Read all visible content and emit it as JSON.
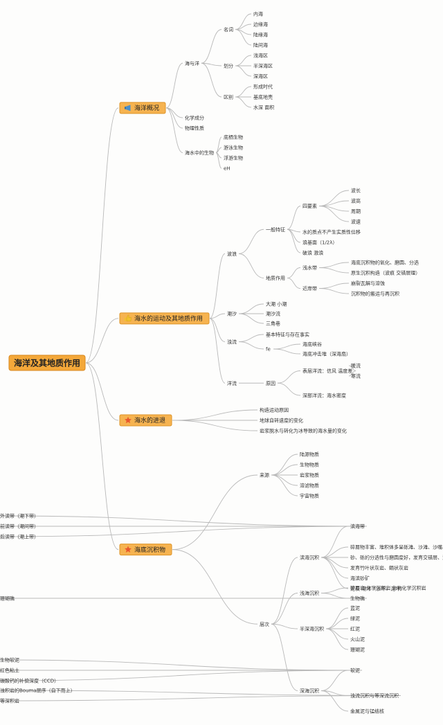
{
  "root": {
    "label": "海洋及其地质作用",
    "children": [
      {
        "label": "海洋概况",
        "icon": "megaphone-icon",
        "children": [
          {
            "label": "海与洋",
            "children": [
              {
                "label": "名词",
                "children": [
                  {
                    "label": "内海"
                  },
                  {
                    "label": "边缘海"
                  },
                  {
                    "label": "陆缘海"
                  },
                  {
                    "label": "陆间海"
                  }
                ]
              },
              {
                "label": "划分",
                "children": [
                  {
                    "label": "浅海区"
                  },
                  {
                    "label": "半深海区"
                  },
                  {
                    "label": "深海区"
                  }
                ]
              },
              {
                "label": "区别",
                "children": [
                  {
                    "label": "形成时代"
                  },
                  {
                    "label": "基底地壳"
                  },
                  {
                    "label": "水深 面积"
                  }
                ]
              }
            ]
          },
          {
            "label": "化学成分"
          },
          {
            "label": "物理性质"
          },
          {
            "label": "海水中的生物",
            "children": [
              {
                "label": "底栖生物"
              },
              {
                "label": "游泳生物"
              },
              {
                "label": "浮游生物"
              },
              {
                "label": "eH"
              }
            ]
          }
        ]
      },
      {
        "label": "海水的运动及其地质作用",
        "icon": "thumbs-up-icon",
        "children": [
          {
            "label": "波浪",
            "children": [
              {
                "label": "一般特征",
                "children": [
                  {
                    "label": "四要素",
                    "children": [
                      {
                        "label": "波长"
                      },
                      {
                        "label": "波高"
                      },
                      {
                        "label": "周期"
                      },
                      {
                        "label": "波速"
                      }
                    ]
                  },
                  {
                    "label": "水的质点不产生实质性位移"
                  },
                  {
                    "label": "浪基面（1/2λ）"
                  },
                  {
                    "label": "破浪 激浪"
                  }
                ]
              },
              {
                "label": "地质作用",
                "children": [
                  {
                    "label": "浅水带",
                    "children": [
                      {
                        "label": "海底沉积物的氧化、磨圆、分选"
                      },
                      {
                        "label": "原生沉积构造（波痕 交错层理）"
                      }
                    ]
                  },
                  {
                    "label": "近岸带",
                    "children": [
                      {
                        "label": "崩裂瓦解与溶蚀"
                      },
                      {
                        "label": "沉积物的搬运与再沉积"
                      }
                    ]
                  }
                ]
              }
            ]
          },
          {
            "label": "潮汐",
            "children": [
              {
                "label": "大潮 小潮"
              },
              {
                "label": "潮汐流"
              },
              {
                "label": "三角巷"
              }
            ]
          },
          {
            "label": "浊流",
            "children": [
              {
                "label": "基本特征与存在事实"
              },
              {
                "label": "fe",
                "children": [
                  {
                    "label": "海底峡谷"
                  },
                  {
                    "label": "海底冲击堆（深海扇）"
                  }
                ]
              }
            ]
          },
          {
            "label": "洋流",
            "children": [
              {
                "label": "原因",
                "children": [
                  {
                    "label": "表层洋流：信风 温度差",
                    "children": [
                      {
                        "label": "暖流"
                      },
                      {
                        "label": "寒流"
                      }
                    ]
                  },
                  {
                    "label": "深部洋流：海水密度"
                  }
                ]
              }
            ]
          }
        ]
      },
      {
        "label": "海水的进退",
        "icon": "star-icon",
        "children": [
          {
            "label": "构造运动原因"
          },
          {
            "label": "地球自转速度的变化"
          },
          {
            "label": "岩浆脱水与转化为冰导致的海水量的变化"
          }
        ]
      },
      {
        "label": "海底沉积物",
        "icon": "star-icon",
        "children": [
          {
            "label": "来源",
            "children": [
              {
                "label": "陆源物质"
              },
              {
                "label": "生物物质"
              },
              {
                "label": "岩浆物质"
              },
              {
                "label": "溶滤物质"
              },
              {
                "label": "宇宙物质"
              }
            ]
          },
          {
            "label": "层次",
            "children": [
              {
                "label": "滨海沉积",
                "children": [
                  {
                    "label": "滨海带",
                    "children": [
                      {
                        "label": "外滨带（潮下带）"
                      },
                      {
                        "label": "前滨带（潮间带）"
                      },
                      {
                        "label": "后滨带（潮上带）"
                      }
                    ]
                  },
                  {
                    "label": "碎屑物丰富、堆积体多呈砾滩、沙滩、沙嘴、沙坝"
                  },
                  {
                    "label": "砂、砾的分选性与磨圆度好，发育交错层、泥裂、波痕、虫迹"
                  },
                  {
                    "label": "发育竹叶状灰岩、鲕状灰岩"
                  },
                  {
                    "label": "海滨砂矿"
                  },
                  {
                    "label": "泥炭 潮坪（沙坪、泥坪）"
                  }
                ]
              },
              {
                "label": "浅海沉积",
                "children": [
                  {
                    "label": "碎屑岩 化学沉积岩 生物化学沉积岩"
                  },
                  {
                    "label": "生物礁",
                    "children": [
                      {
                        "label": "珊瑚礁"
                      }
                    ]
                  }
                ]
              },
              {
                "label": "半深海沉积",
                "children": [
                  {
                    "label": "蓝泥"
                  },
                  {
                    "label": "绿泥"
                  },
                  {
                    "label": "红泥"
                  },
                  {
                    "label": "火山泥"
                  },
                  {
                    "label": "珊瑚泥"
                  }
                ]
              },
              {
                "label": "深海沉积",
                "children": [
                  {
                    "label": "软泥",
                    "children": [
                      {
                        "label": "生物软泥"
                      },
                      {
                        "label": "红色粘土"
                      },
                      {
                        "label": "碳酸钙的补偿深度（CCD）"
                      }
                    ]
                  },
                  {
                    "label": "浊流沉积与等深流沉积",
                    "children": [
                      {
                        "label": "浊积岩的Bouma层序（自下而上）"
                      },
                      {
                        "label": "等深积岩"
                      }
                    ]
                  },
                  {
                    "label": "金属泥与锰结核"
                  }
                ]
              }
            ]
          }
        ]
      }
    ]
  }
}
